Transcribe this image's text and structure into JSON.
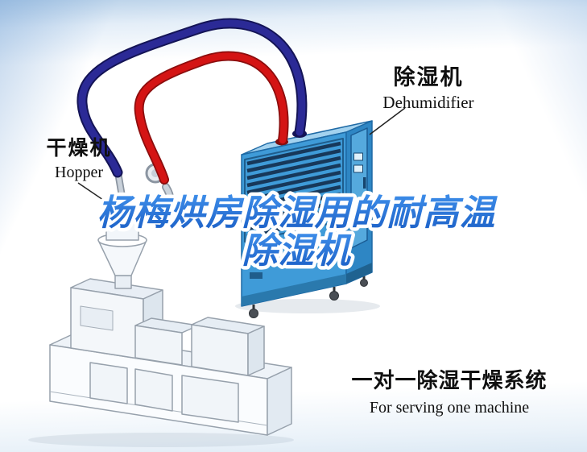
{
  "title": {
    "line1": "杨梅烘房除湿用的耐高温",
    "line2": "除湿机"
  },
  "labels": {
    "dehumidifier": {
      "zh": "除湿机",
      "en": "Dehumidifier"
    },
    "hopper": {
      "zh": "干燥机",
      "en": "Hopper"
    }
  },
  "caption": {
    "zh": "一对一除湿干燥系统",
    "en": "For serving one machine"
  },
  "colors": {
    "title_blue_top": "#3e8eea",
    "title_blue_bottom": "#1b5fc6",
    "title_outline": "#ffffff",
    "hose_red": "#d41414",
    "hose_navy": "#2b2a96",
    "unit_front": "#3f9bd8",
    "unit_top": "#a3d2ef",
    "unit_side": "#2e86c4",
    "vent_dark": "#17385a",
    "label_text": "#101010",
    "background_tint": "#b7d0e8"
  }
}
